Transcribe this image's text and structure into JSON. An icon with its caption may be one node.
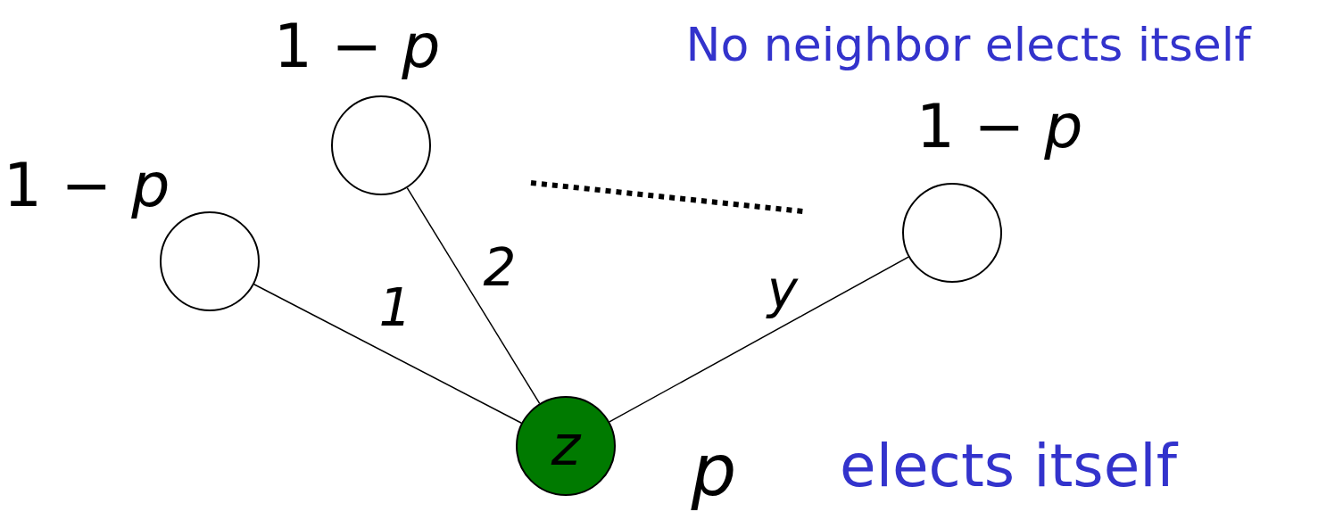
{
  "diagram": {
    "nodes": [
      {
        "text": [],
        "shape": "circle",
        "beside": [
          "1 − *p*"
        ]
      },
      {
        "text": [],
        "shape": "circle",
        "beside": [
          "1 − *p*"
        ]
      },
      {
        "text": [],
        "shape": "circle",
        "beside": [
          "1 − *p*"
        ]
      },
      {
        "text": [
          "z"
        ],
        "beside": [
          "p",
          "elects itself"
        ]
      }
    ],
    "edges": [
      {
        "from": 0,
        "to": 3,
        "arrow": "none",
        "label": "1"
      },
      {
        "from": 1,
        "to": 3,
        "arrow": "none",
        "label": "2"
      },
      {
        "from": 2,
        "to": 3,
        "arrow": "none",
        "label": "y"
      }
    ],
    "labels": [
      "No neighbor elects itself"
    ]
  }
}
